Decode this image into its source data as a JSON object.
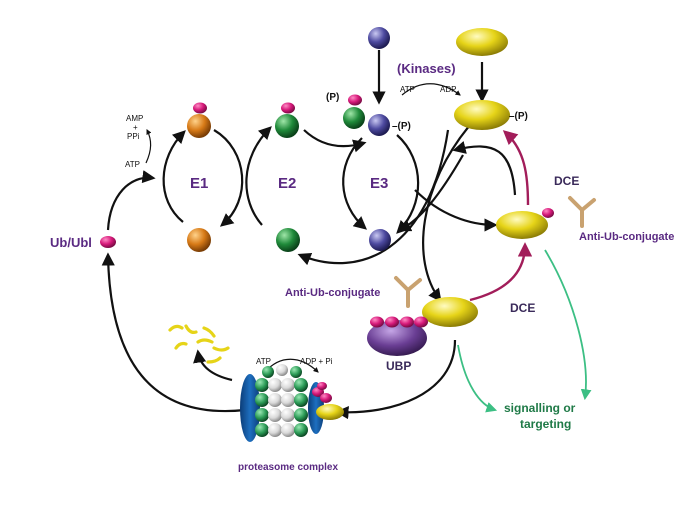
{
  "labels": {
    "ub_ubl": "Ub/Ubl",
    "e1": "E1",
    "e2": "E2",
    "e3": "E3",
    "kinases": "(Kinases)",
    "atp_kinase": "ATP",
    "adp_kinase": "ADP",
    "phospho_e3_in": "(P)",
    "phospho_e3_out": "–(P)",
    "phospho_substrate": "–(P)",
    "amp": "AMP",
    "plus": "+",
    "ppi": "PPi",
    "atp_e1": "ATP",
    "dce_top": "DCE",
    "dce_bottom": "DCE",
    "anti_ub_right": "Anti-Ub-conjugate",
    "anti_ub_left": "Anti-Ub-conjugate",
    "ubp": "UBP",
    "atp_proteasome": "ATP",
    "adp_pi": "ADP + Pi",
    "proteasome": "proteasome complex",
    "signalling": "signalling or",
    "targeting": "targeting"
  },
  "colors": {
    "ubiquitin": "#d6197a",
    "e1": "#d77a17",
    "e2": "#1f8a3a",
    "e3": "#4d4aa0",
    "substrate": "#e6d418",
    "ubp": "#6a3e94",
    "antibody": "#c9a270",
    "dce_arrow": "#a21d5a",
    "signal_arrow": "#3cbf84",
    "proteasome_blue": "#1e6fc0",
    "proteasome_green": "#2a9a55",
    "proteasome_white": "#d9d9d9",
    "label_purple": "#5a2a82",
    "label_green": "#1f7a47"
  },
  "icons": [
    "ubiquitin-sphere",
    "e1-sphere",
    "e2-sphere",
    "e3-sphere",
    "substrate-ellipsoid",
    "antibody-y-icon",
    "proteasome-barrel",
    "peptide-fragments"
  ]
}
